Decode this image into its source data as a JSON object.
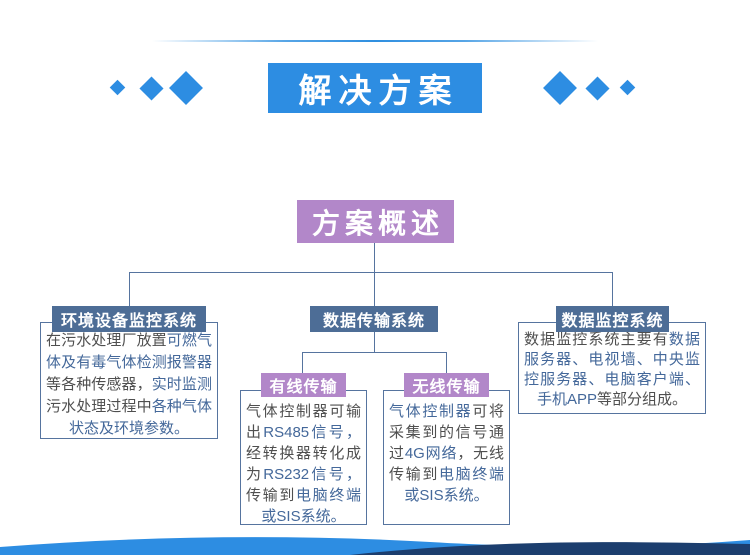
{
  "colors": {
    "accent_blue": "#2d8de2",
    "node_purple": "#b287c9",
    "bar_slate": "#4d6d96",
    "line_slate": "#56749f",
    "body_text_gray": "#4f4f4f",
    "highlight_blue": "#44689a",
    "wave_navy": "#1c3e6e"
  },
  "header": {
    "title": "解决方案"
  },
  "overview": {
    "label": "方案概述"
  },
  "branches": {
    "left": {
      "title": "环境设备监控系统",
      "segments": [
        {
          "text": "在污水处理厂放置",
          "highlight": false
        },
        {
          "text": "可燃气体及有毒气体检测报警器",
          "highlight": true
        },
        {
          "text": "等各种传感器，",
          "highlight": false
        },
        {
          "text": "实时监测",
          "highlight": true
        },
        {
          "text": "污水处理过程中",
          "highlight": false
        },
        {
          "text": "各种气体状态及环境参数。",
          "highlight": true
        }
      ]
    },
    "center": {
      "title": "数据传输系统",
      "children": [
        {
          "title": "有线传输",
          "segments": [
            {
              "text": "气体控制器可输出",
              "highlight": false
            },
            {
              "text": "RS485信号，",
              "highlight": true
            },
            {
              "text": "经转换器转化成为",
              "highlight": false
            },
            {
              "text": "RS232信号，",
              "highlight": true
            },
            {
              "text": "传输到",
              "highlight": false
            },
            {
              "text": "电脑终端或SIS系统。",
              "highlight": true
            }
          ]
        },
        {
          "title": "无线传输",
          "segments": [
            {
              "text": "气体控制器",
              "highlight": true
            },
            {
              "text": "可将采集到的信号通过",
              "highlight": false
            },
            {
              "text": "4G网络",
              "highlight": true
            },
            {
              "text": "，无线传输到",
              "highlight": false
            },
            {
              "text": "电脑终端或SIS系统。",
              "highlight": true
            }
          ]
        }
      ]
    },
    "right": {
      "title": "数据监控系统",
      "segments": [
        {
          "text": "数据监控系统主要有",
          "highlight": false
        },
        {
          "text": "数据服务器、电视墙、中央监控服务器、电脑客户端、手机APP",
          "highlight": true
        },
        {
          "text": "等部分组成。",
          "highlight": false
        }
      ]
    }
  }
}
